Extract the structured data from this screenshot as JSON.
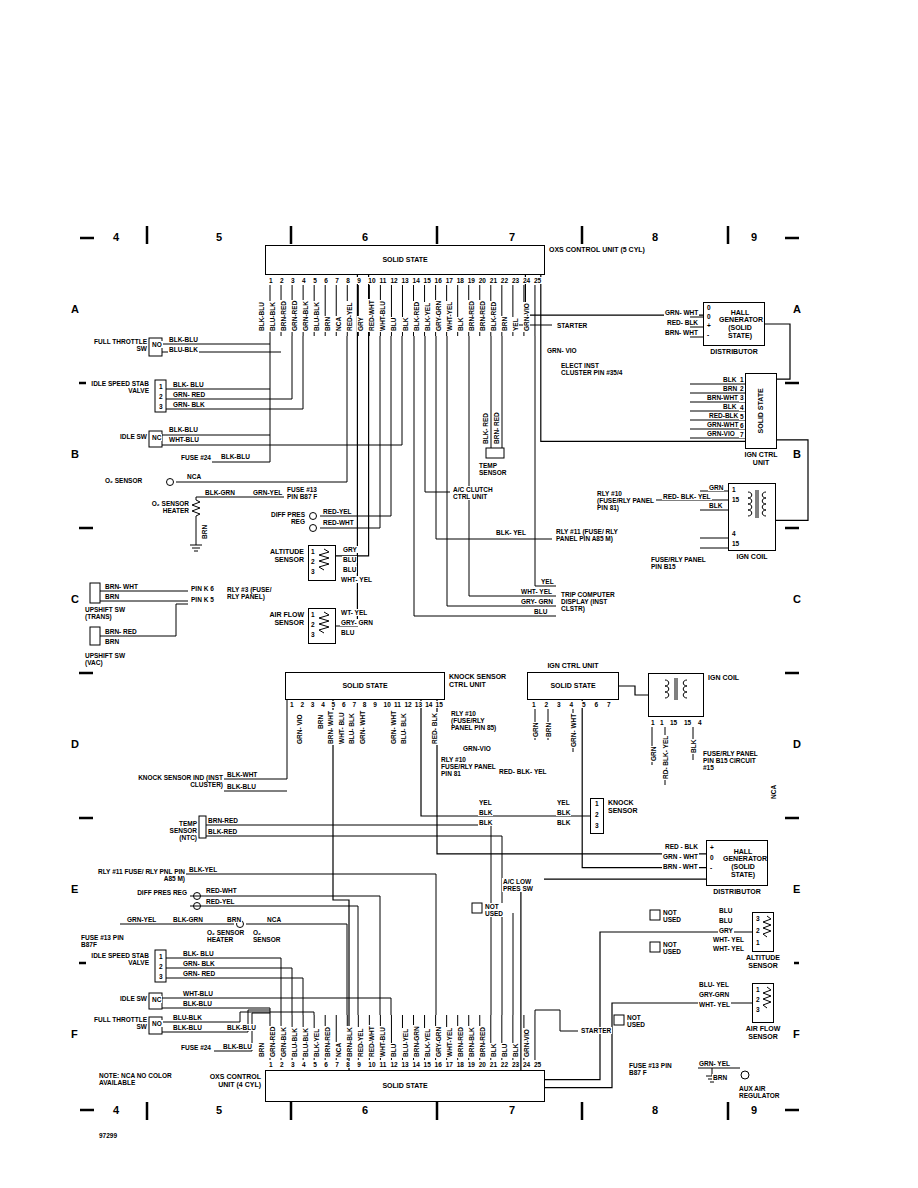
{
  "diagram": {
    "nodes": [
      {
        "text": [
          "SOLID STATE",
          "OXS CONTROL UNIT (5 CYL)"
        ]
      },
      {
        "text": [
          "HALL GENERATOR (SOLID STATE)",
          "DISTRIBUTOR"
        ]
      },
      {
        "text": [
          "SOLID STATE",
          "IGN CTRL UNIT"
        ]
      },
      {
        "text": [
          "IGN COIL"
        ]
      },
      {
        "text": [
          "ALTITUDE SENSOR"
        ]
      },
      {
        "text": [
          "AIR FLOW SENSOR"
        ]
      },
      {
        "text": [
          "SOLID STATE",
          "KNOCK SENSOR CTRL UNIT"
        ]
      },
      {
        "text": [
          "SOLID STATE",
          "IGN CTRL UNIT"
        ]
      },
      {
        "text": [
          "IGN COIL"
        ]
      },
      {
        "text": [
          "KNOCK SENSOR"
        ]
      },
      {
        "text": [
          "HALL GENERATOR (SOLID STATE)",
          "DISTRIBUTOR"
        ]
      },
      {
        "text": [
          "ALTITUDE SENSOR"
        ]
      },
      {
        "text": [
          "AIR FLOW SENSOR"
        ]
      },
      {
        "text": [
          "SOLID STATE",
          "OXS CONTROL UNIT (4 CYL)"
        ]
      }
    ],
    "edges": [
      {
        "from": 0,
        "to": 1,
        "arrow": "none"
      },
      {
        "from": 0,
        "to": 2,
        "arrow": "none"
      },
      {
        "from": 2,
        "to": 1,
        "arrow": "none"
      },
      {
        "from": 2,
        "to": 3,
        "arrow": "none"
      },
      {
        "from": 0,
        "to": 4,
        "arrow": "none"
      },
      {
        "from": 0,
        "to": 5,
        "arrow": "none"
      },
      {
        "from": 6,
        "to": 9,
        "arrow": "none"
      },
      {
        "from": 6,
        "to": 10,
        "arrow": "none"
      },
      {
        "from": 7,
        "to": 8,
        "arrow": "none"
      },
      {
        "from": 7,
        "to": 10,
        "arrow": "none"
      },
      {
        "from": 13,
        "to": 11,
        "arrow": "none"
      },
      {
        "from": 13,
        "to": 12,
        "arrow": "none"
      },
      {
        "from": 13,
        "to": 6,
        "arrow": "none"
      },
      {
        "from": 13,
        "to": 10,
        "arrow": "none"
      }
    ],
    "labels": [
      "4",
      "5",
      "6",
      "7",
      "8",
      "9",
      "4",
      "5",
      "6",
      "7",
      "8",
      "9",
      "A",
      "B",
      "C",
      "D",
      "E",
      "F",
      "A",
      "B",
      "C",
      "D",
      "E",
      "F",
      "1",
      "2",
      "3",
      "4",
      "5",
      "6",
      "7",
      "8",
      "9",
      "10",
      "11",
      "12",
      "13",
      "14",
      "15",
      "16",
      "17",
      "18",
      "19",
      "20",
      "21",
      "22",
      "23",
      "24",
      "25",
      "BLK-BLU",
      "BLU-BLK",
      "BRN-RED",
      "GRN-RED",
      "GRN-BLK",
      "BLU-BLK",
      "BRN",
      "NCA",
      "RED-YEL",
      "GRY",
      "RED-WHT",
      "WHT-BLU",
      "BLU",
      "BLK",
      "BLK-RED",
      "BLK-YEL",
      "GRY-GRN",
      "WHT-YEL",
      "BLK",
      "BRN-RED",
      "BRN-RED",
      "BLK-RED",
      "BRN",
      "YEL",
      "GRN-VIO",
      "FULL THROTTLE SW",
      "NO",
      "BLK-BLU",
      "BLU-BLK",
      "IDLE SPEED STAB VALVE",
      "1",
      "2",
      "3",
      "BLK- BLU",
      "GRN- RED",
      "GRN- BLK",
      "IDLE SW",
      "NC",
      "BLK-BLU",
      "WHT-BLU",
      "FUSE #24",
      "BLK-BLU",
      "O₂ SENSOR",
      "NCA",
      "BLK-GRN",
      "GRN-YEL",
      "FUSE #13 PIN B87 F",
      "O₂ SENSOR HEATER",
      "BRN",
      "DIFF PRES REG",
      "RED-YEL",
      "RED-WHT",
      "GRY",
      "BLU",
      "BLU",
      "WHT- YEL",
      "1",
      "2",
      "3",
      "BRN- WHT",
      "BRN",
      "PIN K 6",
      "PIN K 5",
      "RLY #3 (FUSE/ RLY PANEL)",
      "UPSHIFT SW (TRANS)",
      "WT- YEL",
      "GRY- GRN",
      "BLU",
      "1",
      "2",
      "3",
      "BRN- RED",
      "BRN",
      "UPSHIFT SW (VAC)",
      "STARTER",
      "GRN- VIO",
      "ELECT INST CLUSTER PIN #35/4",
      "BLK- RED",
      "BRN- RED",
      "TEMP SENSOR",
      "A/C CLUTCH CTRL UNIT",
      "BLK- YEL",
      "RLY #11 (FUSE/ RLY PANEL PIN A85 M)",
      "YEL",
      "WHT- YEL",
      "GRY- GRN",
      "BLU",
      "TRIP COMPUTER DISPLAY (INST CLSTR)",
      "GRN- WHT",
      "RED- BLK",
      "BRN- WHT",
      "0",
      "0",
      "+",
      "-",
      "BLK",
      "BRN",
      "BRN-WHT",
      "BLK",
      "RED-BLK",
      "GRN-WHT",
      "GRN-VIO",
      "1",
      "2",
      "3",
      "4",
      "5",
      "6",
      "7",
      "GRN",
      "RED- BLK- YEL",
      "BLK",
      "1",
      "15",
      "4",
      "15",
      "RLY #10 (FUSE/RLY PANEL PIN 81)",
      "FUSE/RLY PANEL PIN B15",
      "1",
      "2",
      "3",
      "4",
      "5",
      "6",
      "7",
      "8",
      "9",
      "10",
      "11",
      "12",
      "13",
      "14",
      "15",
      "GRN- VIO",
      "BRN",
      "BRN- WHT",
      "WHT- BLU",
      "BLU- BLK",
      "GRN- WHT",
      "GRN- WHT",
      "BLU- BLK",
      "RED- BLK",
      "RLY #10 (FUSE/RLY PANEL PIN 85)",
      "GRN-VIO",
      "RLY #10 FUSE/RLY PANEL PIN 81",
      "RED- BLK- YEL",
      "1",
      "2",
      "3",
      "4",
      "5",
      "6",
      "7",
      "GRN",
      "BRN",
      "GRN- WHT",
      "1",
      "1",
      "15",
      "15",
      "4",
      "GRN",
      "RD- BLK- YEL",
      "BLK",
      "FUSE/RLY PANEL PIN B15 CIRCUIT #15",
      "NCA",
      "KNOCK SENSOR IND (INST CLUSTER)",
      "BLK-WHT",
      "BLK-BLU",
      "YEL",
      "BLK",
      "BLK",
      "YEL",
      "BLK",
      "BLK",
      "1",
      "2",
      "3",
      "TEMP SENSOR (NTC)",
      "BRN-RED",
      "BLK-RED",
      "RED - BLK",
      "GRN - WHT",
      "BRN - WHT",
      "+",
      "0",
      "-",
      "RLY #11 FUSE/ RLY PNL PIN A85 M)",
      "BLK-YEL",
      "DIFF PRES REG",
      "RED-WHT",
      "RED-YEL",
      "A/C LOW PRES SW",
      "NOT USED",
      "GRN-YEL",
      "BLK-GRN",
      "BRN",
      "NCA",
      "O₂ SENSOR HEATER",
      "O₂ SENSOR",
      "FUSE #13 PIN B87F",
      "IDLE SPEED STAB VALVE",
      "1",
      "2",
      "3",
      "BLK- BLU",
      "GRN- BLK",
      "GRN- RED",
      "IDLE SW",
      "NC",
      "WHT-BLU",
      "BLK-BLU",
      "FULL THROTTLE SW",
      "NO",
      "BLU-BLK",
      "BLK-BLU",
      "BLK-BLU",
      "FUSE #24",
      "BLK-BLU",
      "NOT USED",
      "BLU",
      "BLU",
      "GRY",
      "NOT USED",
      "WHT- YEL",
      "WHT- YEL",
      "3",
      "2",
      "1",
      "BLU- YEL",
      "GRY-GRN",
      "WHT- YEL",
      "1",
      "2",
      "3",
      "NOT USED",
      "STARTER",
      "1",
      "2",
      "3",
      "4",
      "5",
      "6",
      "7",
      "8",
      "9",
      "10",
      "11",
      "12",
      "13",
      "14",
      "15",
      "16",
      "17",
      "18",
      "19",
      "20",
      "21",
      "22",
      "23",
      "24",
      "25",
      "BRN",
      "GRN-RED",
      "GRN-BLK",
      "BLU-BLK",
      "BLU-BLK",
      "BLK-YEL",
      "BRN-RED",
      "NCA",
      "BRN-BLK",
      "RED-YEL",
      "RED-WHT",
      "WHT-BLU",
      "BLU",
      "BLU-YEL",
      "BRN-GRN",
      "BLK-YEL",
      "GRY-GRN",
      "WHT-YEL",
      "BRN-RED",
      "BRN-BLK",
      "BRN-RED",
      "BLK",
      "BLU",
      "BLK",
      "GRN-VIO",
      "FUSE #13 PIN B87 F",
      "GRN- YEL",
      "BRN",
      "AUX AIR REGULATOR",
      "NOTE: NCA NO COLOR AVAILABLE",
      "97299"
    ]
  }
}
